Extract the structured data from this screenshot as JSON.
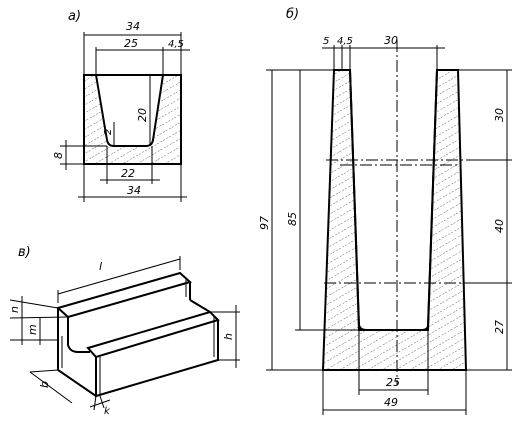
{
  "panels": {
    "a": {
      "label": "а)",
      "dims": {
        "top_width": "34",
        "inner_top": "25",
        "wall_top": "4,5",
        "depth": "20",
        "bottom_thickness": "8",
        "fillet": "2",
        "inner_bottom": "22",
        "bottom_width": "34"
      }
    },
    "b": {
      "label": "б)",
      "dims": {
        "top_left_5": "5",
        "top_left_45": "4,5",
        "top_inner": "30",
        "total_height": "97",
        "inner_height": "85",
        "seg_top": "30",
        "seg_mid": "40",
        "seg_bottom": "27",
        "inner_bottom": "25",
        "bottom_width": "49"
      }
    },
    "v": {
      "label": "в)",
      "dims": {
        "length": "l",
        "n": "n",
        "m": "m",
        "b": "b",
        "k": "k",
        "h": "h"
      }
    }
  }
}
